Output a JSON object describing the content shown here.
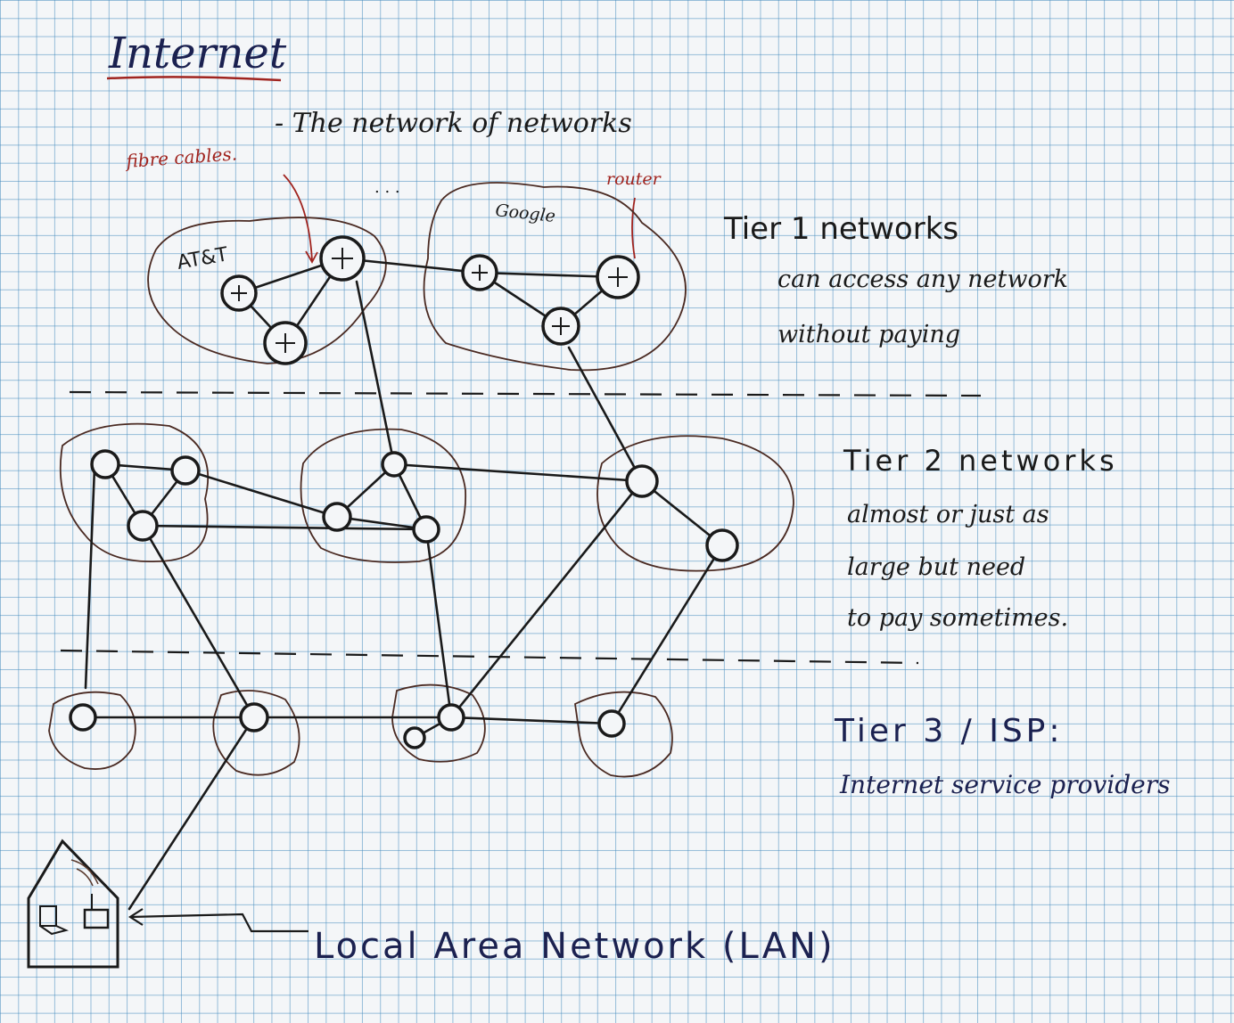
{
  "title": "Internet",
  "subtitle": "- The network of networks",
  "annotations": {
    "fibre_cables": "fibre cables.",
    "router": "router",
    "att": "AT&T",
    "google": "Google",
    "ellipsis": ". . ."
  },
  "tiers": [
    {
      "heading": "Tier 1 networks",
      "lines": [
        "can access any network",
        "without paying"
      ]
    },
    {
      "heading": "Tier 2 networks",
      "lines": [
        "almost or just as",
        "large but need",
        "to pay sometimes."
      ]
    },
    {
      "heading": "Tier 3 / ISP:",
      "lines": [
        "Internet service providers"
      ]
    }
  ],
  "lan_label": "Local Area Network (LAN)",
  "colors": {
    "ink_blue": "#1b2150",
    "ink_red": "#a0241f",
    "ink_black": "#1a1a1a",
    "grid": "#468cbe"
  }
}
